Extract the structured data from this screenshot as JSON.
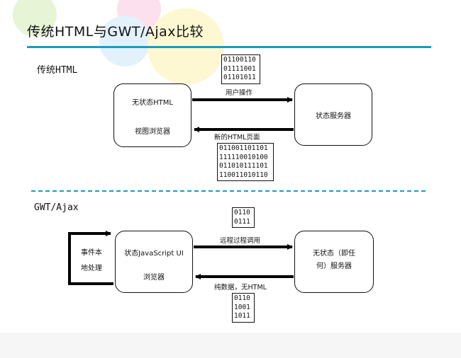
{
  "title": "传统HTML与GWT/Ajax比较",
  "traditional": {
    "label": "传统HTML",
    "client": {
      "line1": "无状态HTML",
      "line2": "视图浏览器"
    },
    "server": {
      "text": "状态服务器"
    },
    "request_label": "用户操作",
    "response_label": "新的HTML页面",
    "request_bits": [
      "01100110",
      "01111001",
      "01101011"
    ],
    "response_bits": [
      "011001101101",
      "111110010100",
      "011010111101",
      "110011010110"
    ]
  },
  "gwt": {
    "label": "GWT/Ajax",
    "event": {
      "line1": "事件本",
      "line2": "地处理"
    },
    "client": {
      "line1": "状态JavaScript UI",
      "line2": "浏览器"
    },
    "server": {
      "line1": "无状态（即任",
      "line2": "何）服务器"
    },
    "request_label": "远程过程调用",
    "response_label": "纯数据，无HTML",
    "request_bits": [
      "0110",
      "0111"
    ],
    "response_bits": [
      "0110",
      "1001",
      "1011"
    ]
  }
}
